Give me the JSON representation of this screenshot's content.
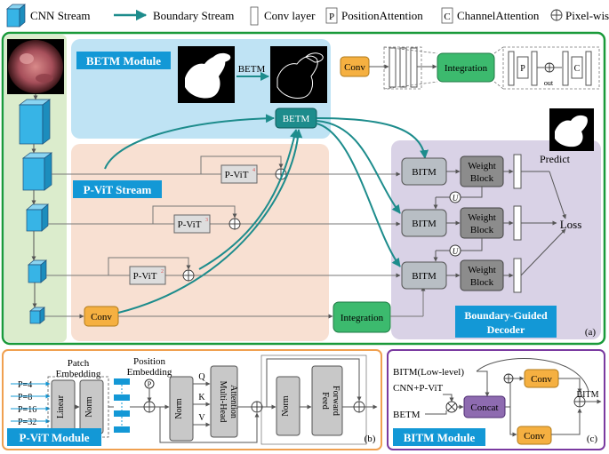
{
  "legend": {
    "cnn_stream": "CNN Stream",
    "boundary_stream": "Boundary Stream",
    "conv_layer": "Conv layer",
    "pos_attention_symbol": "P",
    "pos_attention": "PositionAttention",
    "chan_attention_symbol": "C",
    "chan_attention": "ChannelAttention",
    "pixel_add": "Pixel-wise add"
  },
  "panel_a": {
    "tag": "(a)",
    "betm_module_title": "BETM Module",
    "betm_arrow_label": "BETM",
    "betm_block": "BETM",
    "pvit_stream_title": "P-ViT Stream",
    "pvit_blocks": [
      "P-ViT",
      "P-ViT",
      "P-ViT"
    ],
    "pvit_superscripts": [
      "4",
      "3",
      "2"
    ],
    "conv": "Conv",
    "integration": "Integration",
    "bitm": [
      "BITM",
      "BITM",
      "BITM"
    ],
    "weight_block": [
      "Weight\nBlock",
      "Weight\nBlock",
      "Weight\nBlock"
    ],
    "upsample_symbol": "U",
    "predict": "Predict",
    "loss": "Loss",
    "decoder_title": "Boundary-Guided\nDecoder"
  },
  "integration_detail": {
    "conv": "Conv",
    "integration": "Integration",
    "p": "P",
    "c": "C",
    "out": "out"
  },
  "panel_b": {
    "tag": "(b)",
    "title": "P-ViT Module",
    "patch_embedding": "Patch\nEmbedding",
    "position_embedding": "Position\nEmbedding",
    "patch_sizes": [
      "P=4",
      "P=8",
      "P=16",
      "P=32"
    ],
    "linear": "Linear",
    "norm": "Norm",
    "p_symbol": "P",
    "q": "Q",
    "k": "K",
    "v": "V",
    "mha": "Multi-Head\nAttention",
    "feed_forward": "Feed\nForward"
  },
  "panel_c": {
    "tag": "(c)",
    "title": "BITM Module",
    "input_low": "BITM(Low-level)",
    "input_cnn": "CNN+P-ViT",
    "input_betm": "BETM",
    "concat": "Concat",
    "conv_top": "Conv",
    "conv_bottom": "Conv",
    "output": "BITM"
  },
  "colors": {
    "green_border": "#1a9a3a",
    "green_bg": "#dbeccc",
    "blue_bg": "#bfe3f4",
    "salmon_bg": "#f8e0d2",
    "purple_bg": "#d9d2e6",
    "teal": "#1d8c8c",
    "cnn_blue": "#37b4e6",
    "title_blue": "#1398d6",
    "orange": "#f5b041",
    "int_green": "#3cba6e",
    "gray_block": "#b8bec4",
    "dark_gray_block": "#8c8c8c",
    "concat_purple": "#8e6bb0",
    "b_border": "#f0a050",
    "c_border": "#7a3aa0"
  }
}
